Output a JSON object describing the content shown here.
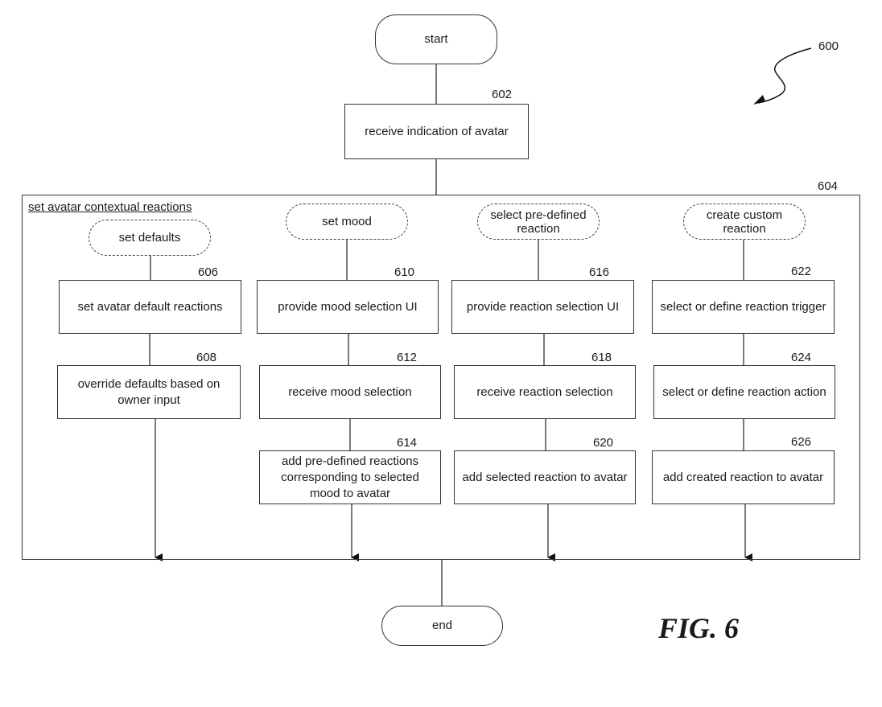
{
  "figure": {
    "label": "FIG. 6",
    "ref_number": "600",
    "arrow_icon": "wavy-arrow-pointer"
  },
  "start": {
    "label": "start"
  },
  "end": {
    "label": "end"
  },
  "step_602": {
    "ref": "602",
    "label": "receive indication of avatar"
  },
  "group_604": {
    "ref": "604",
    "title": "set avatar contextual reactions"
  },
  "branches": [
    {
      "entry": "set defaults",
      "steps": [
        {
          "ref": "606",
          "label": "set avatar default reactions"
        },
        {
          "ref": "608",
          "label": "override defaults based on owner input"
        }
      ]
    },
    {
      "entry": "set mood",
      "steps": [
        {
          "ref": "610",
          "label": "provide mood selection UI"
        },
        {
          "ref": "612",
          "label": "receive mood selection"
        },
        {
          "ref": "614",
          "label": "add pre-defined reactions corresponding to selected mood to avatar"
        }
      ]
    },
    {
      "entry": "select pre-defined reaction",
      "steps": [
        {
          "ref": "616",
          "label": "provide reaction selection UI"
        },
        {
          "ref": "618",
          "label": "receive reaction selection"
        },
        {
          "ref": "620",
          "label": "add selected reaction to avatar"
        }
      ]
    },
    {
      "entry": "create custom reaction",
      "steps": [
        {
          "ref": "622",
          "label": "select or define reaction trigger"
        },
        {
          "ref": "624",
          "label": "select or define reaction action"
        },
        {
          "ref": "626",
          "label": "add created reaction to avatar"
        }
      ]
    }
  ]
}
